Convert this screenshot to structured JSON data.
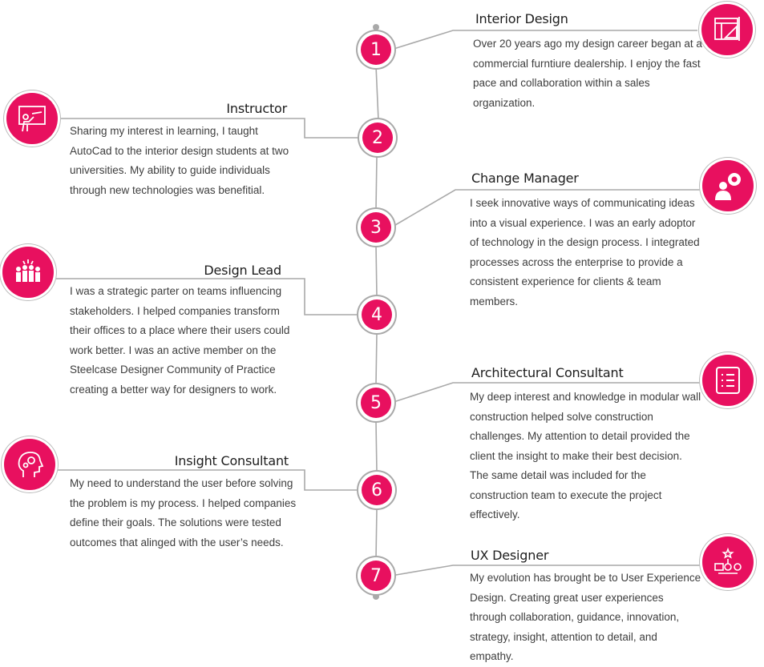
{
  "roles": [
    {
      "number": "1",
      "title": "Interior Design",
      "text": "Over 20 years ago my design career began at a commercial furntiure dealership. I enjoy the fast pace and collaboration within a sales organization.",
      "icon": "blueprint-icon"
    },
    {
      "number": "2",
      "title": "Instructor",
      "text": "Sharing my interest in learning, I taught AutoCad to the interior design students at two universities. My ability to guide individuals through new technologies was benefitial.",
      "icon": "presentation-board-icon"
    },
    {
      "number": "3",
      "title": "Change Manager",
      "text": "I seek innovative ways of communicating ideas into a visual experience. I was an early adoptor of technology in the design process. I integrated processes across the enterprise to provide a consistent experience for clients & team members.",
      "icon": "idea-person-icon"
    },
    {
      "number": "4",
      "title": "Design Lead",
      "text": "I was a strategic parter on teams influencing stakeholders. I helped companies transform their offices to a place where their users could work better. I was an active member on the Steelcase Designer Community of Practice creating a better way for designers to work.",
      "icon": "team-group-icon"
    },
    {
      "number": "5",
      "title": "Architectural Consultant",
      "text": "My deep interest and knowledge in modular wall construction helped solve construction challenges. My attention to detail provided the client the insight to make their best decision. The same detail was included for the construction team to execute the project effectively.",
      "icon": "checklist-icon"
    },
    {
      "number": "6",
      "title": "Insight Consultant",
      "text": "My need to understand the user before solving the problem is my process. I helped companies define their goals. The solutions were tested outcomes that alinged with the user’s needs.",
      "icon": "head-gears-icon"
    },
    {
      "number": "7",
      "title": "UX Designer",
      "text": "My evolution has brought be to User Experience Design. Creating great user experiences through collaboration, guidance, innovation, strategy, insight, attention to detail, and empathy.",
      "icon": "ux-flow-icon"
    }
  ],
  "colors": {
    "accent": "#e8105f",
    "line": "#a9a9a9"
  }
}
